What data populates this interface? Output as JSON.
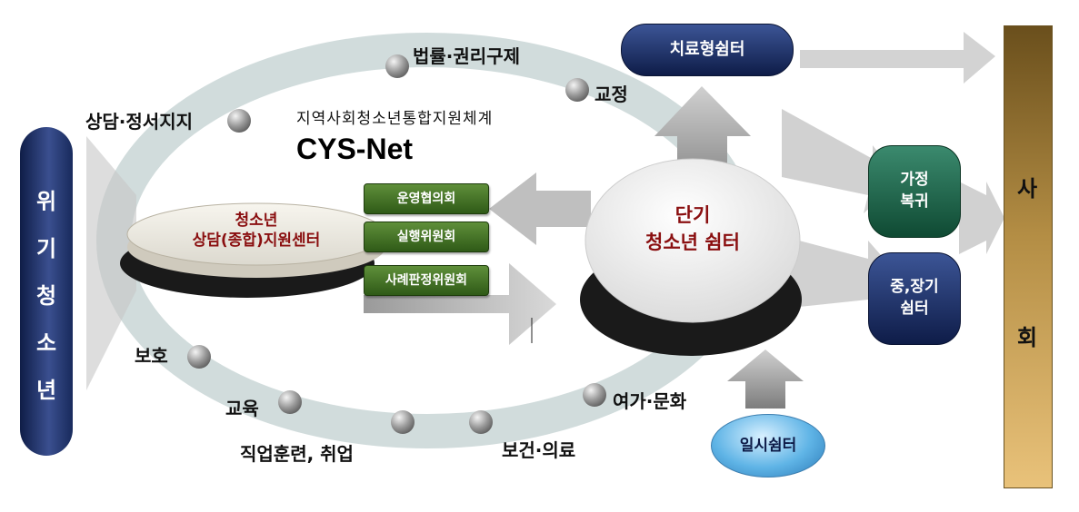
{
  "left_bar": {
    "chars": [
      "위",
      "기",
      "청",
      "소",
      "년"
    ]
  },
  "right_bar": {
    "top_char": "사",
    "bottom_char": "회"
  },
  "system": {
    "subtitle": "지역사회청소년통합지원체계",
    "title": "CYS-Net"
  },
  "center_left": {
    "line1": "청소년",
    "line2": "상담(종합)지원센터"
  },
  "committees": [
    "운영협의회",
    "실행위원회",
    "사례판정위원회"
  ],
  "shelter_main": {
    "line1": "단기",
    "line2": "청소년 쉼터"
  },
  "therapy_shelter": "치료형쉼터",
  "temp_shelter": "일시쉼터",
  "home_return": {
    "line1": "가정",
    "line2": "복귀"
  },
  "long_shelter": {
    "line1": "중,장기",
    "line2": "쉼터"
  },
  "services": {
    "counseling": "상담·정서지지",
    "legal": "법률·권리구제",
    "correction": "교정",
    "protection": "보호",
    "education": "교육",
    "vocational": "직업훈련, 취업",
    "health": "보건·의료",
    "leisure": "여가·문화"
  },
  "colors": {
    "navy": "#1f2f63",
    "dark_red": "#8a0f10",
    "green": "#2f5a17",
    "teal": "#1d6a4e",
    "ring": "#c9d6d6"
  }
}
